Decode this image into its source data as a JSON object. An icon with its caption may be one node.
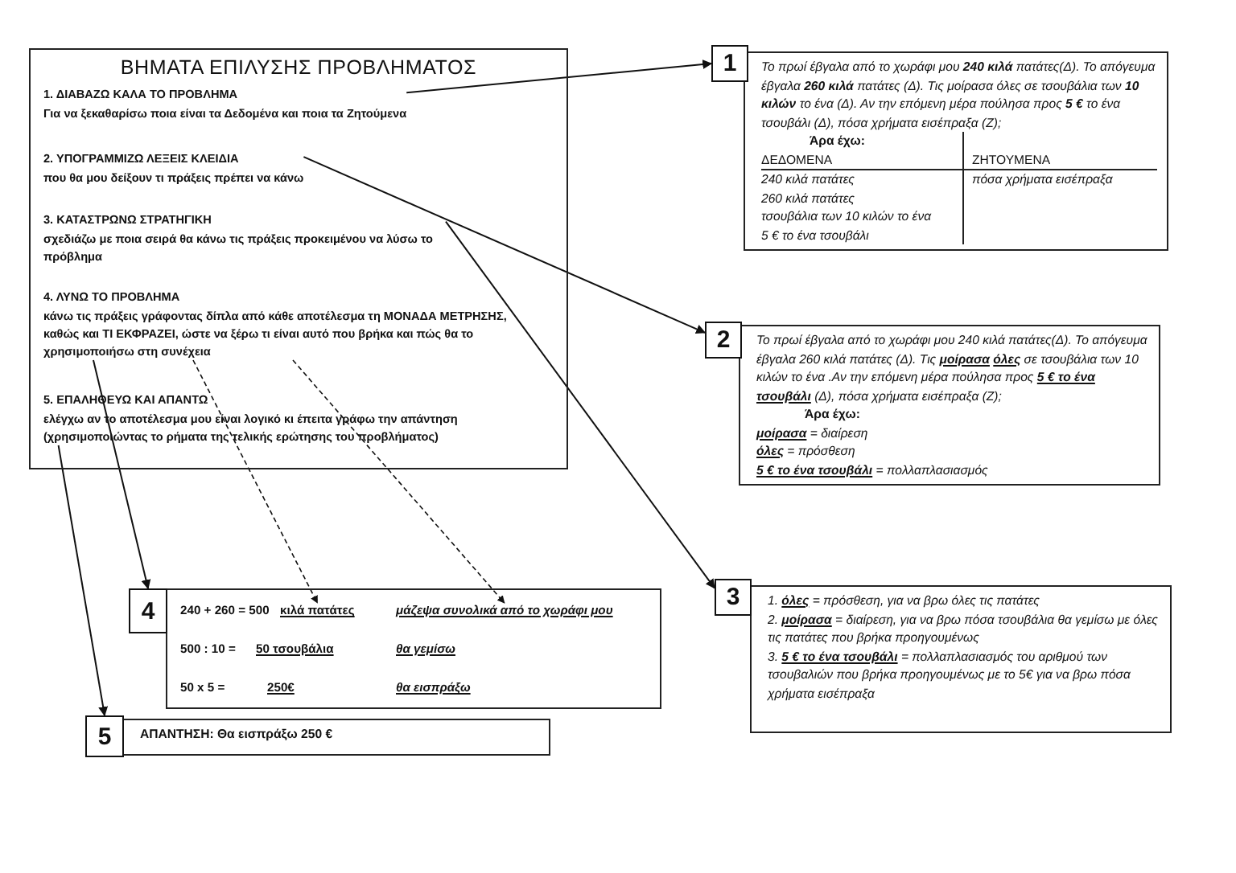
{
  "diagram": {
    "nodes": [
      {
        "text": [
          "ΒΗΜΑΤΑ ΕΠΙΛΥΣΗΣ ΠΡΟΒΛΗΜΑΤΟΣ"
        ]
      },
      {
        "text": [
          "1. ΔΙΑΒΑΖΩ ΚΑΛΑ ΤΟ ΠΡΟΒΛΗΜΑ",
          "Για να ξεκαθαρίσω ποια είναι τα Δεδομένα και ποια τα Ζητούμενα"
        ],
        "in": 0
      },
      {
        "text": [
          "2. ΥΠΟΓΡΑΜΜΙΖΩ ΛΕΞΕΙΣ ΚΛΕΙΔΙΑ",
          "που θα μου δείξουν τι πράξεις πρέπει να κάνω"
        ],
        "in": 0
      },
      {
        "text": [
          "3. ΚΑΤΑΣΤΡΩΝΩ ΣΤΡΑΤΗΓΙΚΗ",
          "σχεδιάζω με ποια σειρά θα κάνω τις πράξεις προκειμένου να λύσω το πρόβλημα"
        ],
        "in": 0
      },
      {
        "text": [
          "4. ΛΥΝΩ ΤΟ ΠΡΟΒΛΗΜΑ",
          "κάνω τις πράξεις γράφοντας δίπλα από κάθε αποτέλεσμα τη ΜΟΝΑΔΑ ΜΕΤΡΗΣΗΣ, καθώς και ΤΙ ΕΚΦΡΑΖΕΙ, ώστε να ξέρω τι είναι αυτό που βρήκα και πώς θα το χρησιμοποιήσω στη συνέχεια"
        ],
        "in": 0
      },
      {
        "text": [
          "5. ΕΠΑΛΗΘΕΥΩ ΚΑΙ ΑΠΑΝΤΩ",
          "ελέγχω αν το αποτέλεσμα μου είναι λογικό κι έπειτα γράφω την απάντηση (χρησιμοποιώντας το ρήματα της τελικής ερώτησης του προβλήματος)"
        ],
        "in": 0
      },
      {
        "text": [
          "1"
        ]
      },
      {
        "text": [
          "Το πρωί έβγαλα από το χωράφι μου **240 κιλά** πατάτες(Δ). Το απόγευμα έβγαλα **260 κιλά** πατάτες (Δ). Τις μοίρασα όλες σε τσουβάλια των **10 κιλών** το ένα (Δ). Αν την επόμενη μέρα πούλησα προς **5 €** το ένα τσουβάλι (Δ), πόσα χρήματα εισέπραξα (Ζ);",
          "Άρα έχω:",
          "ΔΕΔΟΜΕΝΑ",
          "ΖΗΤΟΥΜΕΝΑ",
          "240 κιλά πατάτες",
          "πόσα χρήματα εισέπραξα",
          "260 κιλά πατάτες",
          "τσουβάλια των 10 κιλών το ένα",
          "5 € το ένα τσουβάλι"
        ]
      },
      {
        "text": [
          "2"
        ]
      },
      {
        "text": [
          "Το πρωί έβγαλα από το χωράφι μου 240 κιλά πατάτες(Δ). Το απόγευμα έβγαλα 260 κιλά πατάτες (Δ). Τις **μοίρασα** **όλες** σε τσουβάλια των 10 κιλών το ένα .Αν την επόμενη μέρα πούλησα προς **5 € το ένα τσουβάλι** (Δ), πόσα χρήματα εισέπραξα (Ζ);",
          "Άρα έχω:",
          "**μοίρασα** = διαίρεση",
          "**όλες** = πρόσθεση",
          "**5 € το ένα τσουβάλι** = πολλαπλασιασμός"
        ]
      },
      {
        "text": [
          "3"
        ]
      },
      {
        "text": [
          "1. **όλες** = πρόσθεση, για να βρω όλες τις πατάτες",
          "2. **μοίρασα** = διαίρεση, για να βρω πόσα τσουβάλια θα γεμίσω με όλες τις πατάτες που βρήκα προηγουμένως",
          "3. **5 € το ένα τσουβάλι** = πολλαπλασιασμός του αριθμού των τσουβαλιών που βρήκα προηγουμένως με το 5€ για να βρω πόσα χρήματα εισέπραξα"
        ]
      },
      {
        "text": [
          "4"
        ]
      },
      {
        "text": [],
        "shape": "box"
      },
      {
        "text": [
          "240 + 260 = 500"
        ],
        "in": 13
      },
      {
        "text": [
          "κιλά πατάτες"
        ],
        "in": 13
      },
      {
        "text": [
          "μάζεψα συνολικά από το χωράφι μου"
        ],
        "in": 13
      },
      {
        "text": [
          "500 : 10 ="
        ],
        "in": 13
      },
      {
        "text": [
          "50 τσουβάλια"
        ],
        "in": 13
      },
      {
        "text": [
          "θα γεμίσω"
        ],
        "in": 13
      },
      {
        "text": [
          "50 x 5 ="
        ],
        "in": 13
      },
      {
        "text": [
          "250€"
        ],
        "in": 13
      },
      {
        "text": [
          "θα εισπράξω"
        ],
        "in": 13
      },
      {
        "text": [
          "5"
        ]
      },
      {
        "text": [
          "ΑΠΑΝΤΗΣΗ: Θα εισπράξω 250 €"
        ]
      }
    ],
    "edges": [
      {
        "from": 1,
        "to": 6,
        "arrow": "to"
      },
      {
        "from": 2,
        "to": 8,
        "arrow": "to"
      },
      {
        "from": 3,
        "to": 10,
        "arrow": "to"
      },
      {
        "from": 4,
        "to": 12,
        "arrow": "to"
      },
      {
        "from": 5,
        "to": 23,
        "arrow": "to"
      },
      {
        "from": 4,
        "to": 15,
        "arrow": "to",
        "style": "dashed"
      },
      {
        "from": 4,
        "to": 16,
        "arrow": "to",
        "style": "dashed"
      }
    ]
  }
}
